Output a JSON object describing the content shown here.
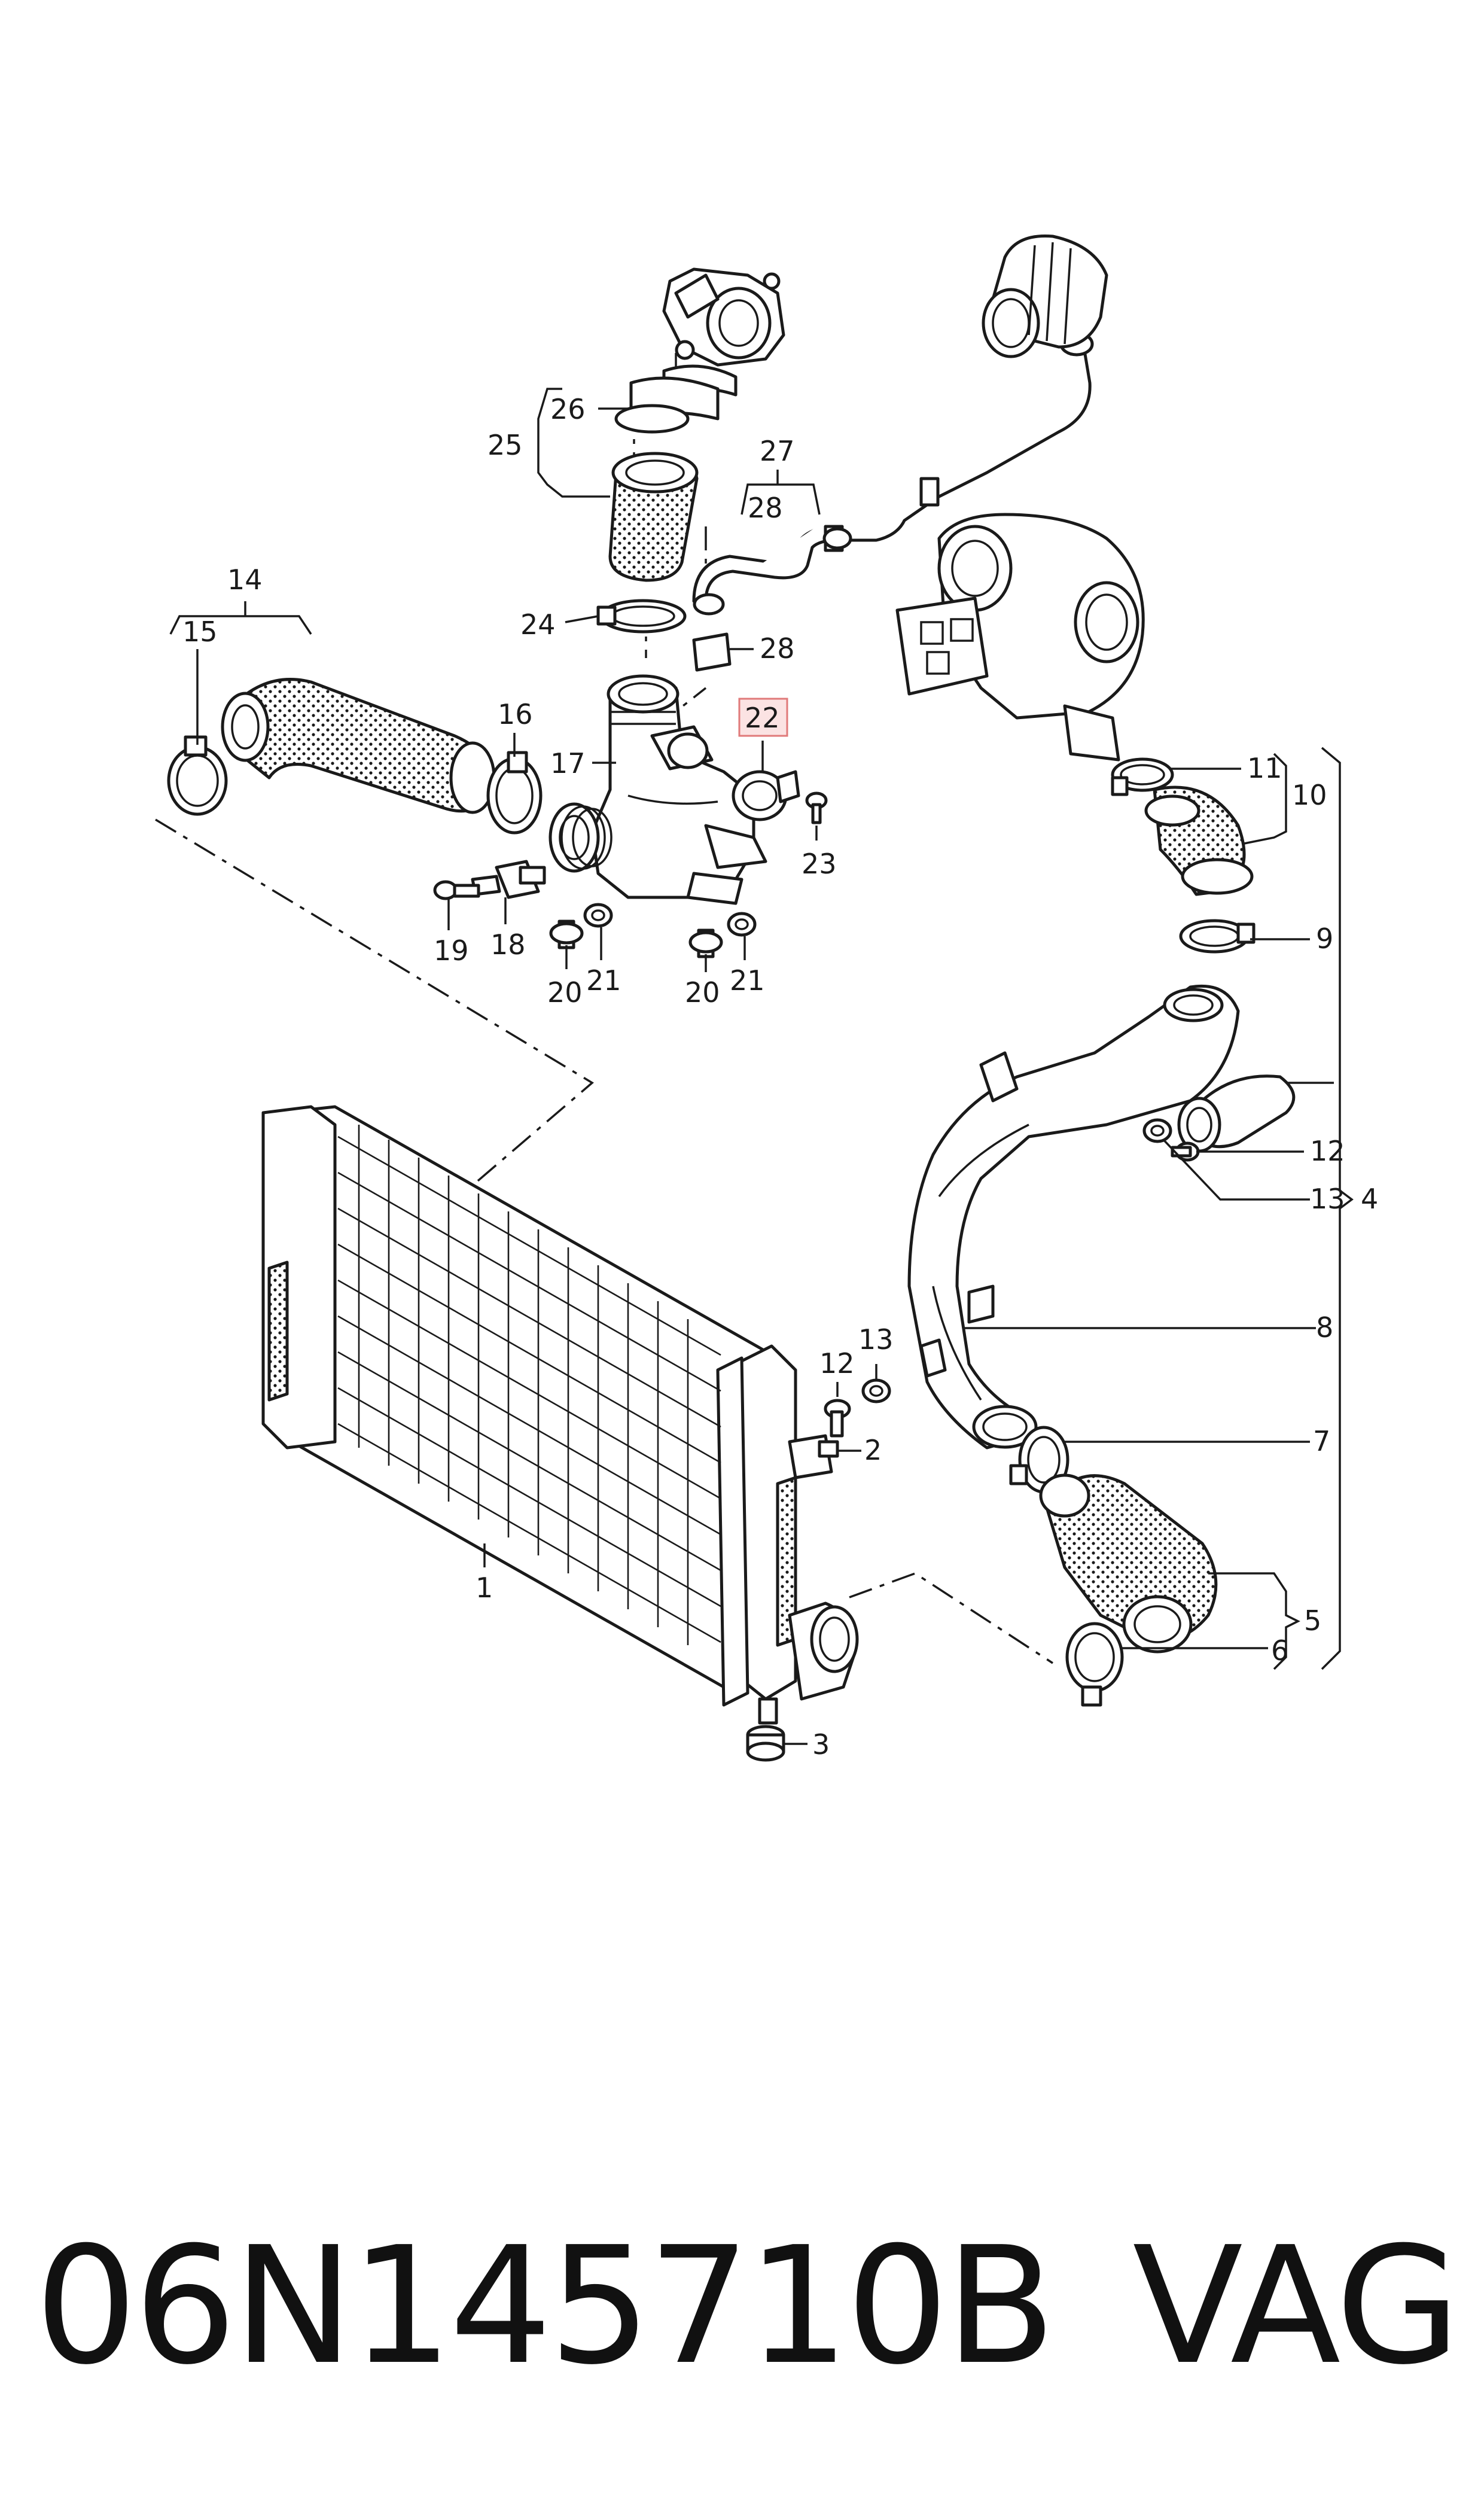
{
  "diagram": {
    "highlighted_callout": "22",
    "highlight_color": "#e07a7a",
    "callouts": [
      "1",
      "2",
      "3",
      "4",
      "5",
      "6",
      "7",
      "8",
      "9",
      "10",
      "11",
      "12",
      "13",
      "14",
      "15",
      "16",
      "17",
      "18",
      "19",
      "20",
      "21",
      "22",
      "23",
      "24",
      "25",
      "26",
      "27",
      "28"
    ],
    "callouts_repeated": {
      "12b": "12",
      "13b": "13",
      "20b": "20",
      "21b": "21",
      "28b": "28"
    }
  },
  "footer": {
    "part_number": "06N145710B",
    "brand": "VAG"
  }
}
